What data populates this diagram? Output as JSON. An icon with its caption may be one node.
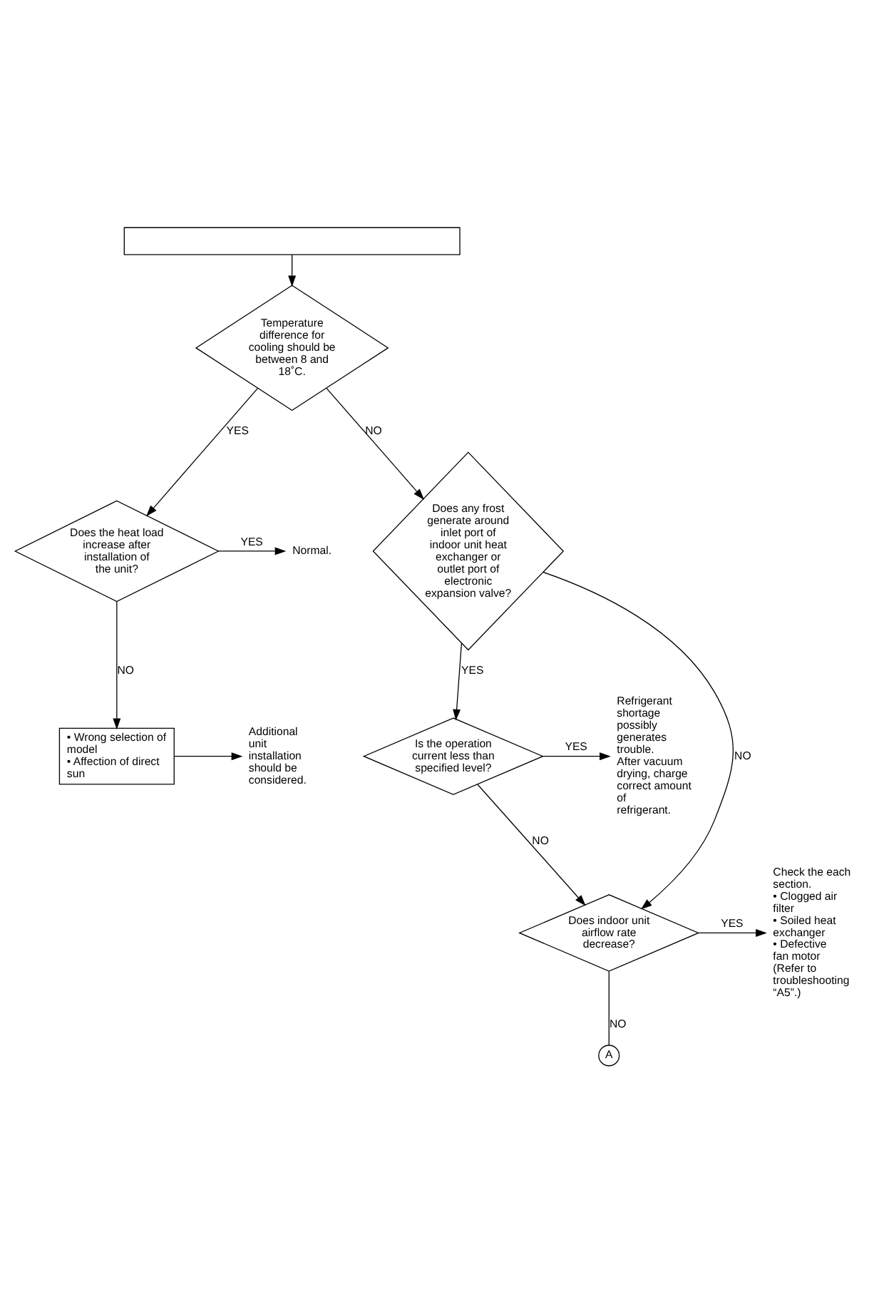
{
  "diagram": {
    "nodes": [
      {
        "text": [],
        "shape": "box"
      },
      {
        "text": [
          "Temperature difference for cooling should be between 8 and 18˚C."
        ]
      },
      {
        "text": [
          "Does the heat load increase after installation of the unit?"
        ]
      },
      {
        "text": [
          "Normal."
        ]
      },
      {
        "text": [
          "• Wrong selection of model",
          "• Affection of direct sun"
        ]
      },
      {
        "text": [
          "Additional unit installation should be considered."
        ]
      },
      {
        "text": [
          "Does any frost generate around inlet port of indoor unit heat exchanger or outlet port of electronic expansion valve?"
        ]
      },
      {
        "text": [
          "Is the operation current less than specified level?"
        ]
      },
      {
        "text": [
          "Refrigerant shortage possibly generates trouble.",
          "After vacuum drying, charge correct amount of refrigerant."
        ]
      },
      {
        "text": [
          "Does indoor unit airflow rate decrease?"
        ]
      },
      {
        "text": [
          "Check the each section.",
          "• Clogged air filter",
          "• Soiled heat exchanger",
          "• Defective fan motor (Refer to troubleshooting “A5”.)"
        ]
      },
      {
        "text": [
          "A"
        ]
      }
    ],
    "edges": [
      {
        "from": 0,
        "to": 1,
        "arrow": "to"
      },
      {
        "from": 1,
        "to": 2,
        "arrow": "to",
        "label": "YES"
      },
      {
        "from": 1,
        "to": 6,
        "arrow": "to",
        "label": "NO"
      },
      {
        "from": 2,
        "to": 3,
        "arrow": "to",
        "label": "YES"
      },
      {
        "from": 2,
        "to": 4,
        "arrow": "to",
        "label": "NO"
      },
      {
        "from": 4,
        "to": 5,
        "arrow": "to"
      },
      {
        "from": 6,
        "to": 7,
        "arrow": "to",
        "label": "YES"
      },
      {
        "from": 7,
        "to": 8,
        "arrow": "to",
        "label": "YES"
      },
      {
        "from": 7,
        "to": 9,
        "arrow": "to",
        "label": "NO"
      },
      {
        "from": 6,
        "to": 9,
        "arrow": "to",
        "label": "NO"
      },
      {
        "from": 9,
        "to": 10,
        "arrow": "to",
        "label": "YES"
      },
      {
        "from": 9,
        "to": 11,
        "arrow": "none",
        "label": "NO"
      }
    ]
  }
}
